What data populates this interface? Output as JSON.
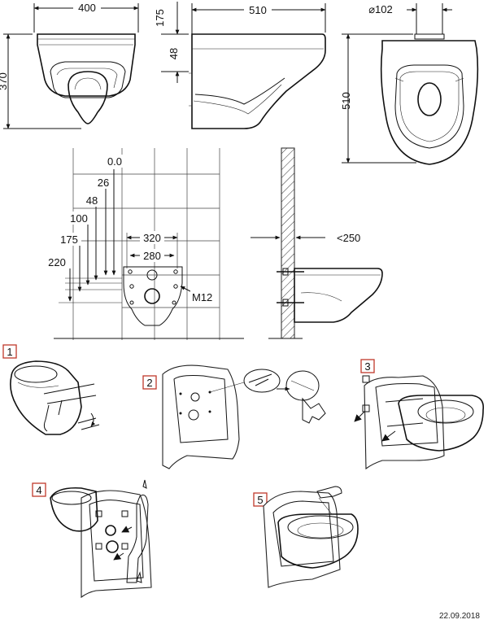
{
  "views": {
    "front": {
      "width_label": "400",
      "height_label": "370"
    },
    "side": {
      "height_label_1": "175",
      "height_label_2": "48",
      "width_label": "510"
    },
    "top": {
      "diameter_label": "⌀102",
      "depth_label": "510"
    }
  },
  "mounting": {
    "vertical_dims": [
      "0.0",
      "26",
      "48",
      "100",
      "175",
      "220"
    ],
    "outer_span_label": "320",
    "inner_span_label": "280",
    "bolt_label": "M12"
  },
  "wall_section": {
    "depth_label": "<250"
  },
  "steps": [
    "1",
    "2",
    "3",
    "4",
    "5"
  ],
  "footer": {
    "date": "22.09.2018"
  }
}
